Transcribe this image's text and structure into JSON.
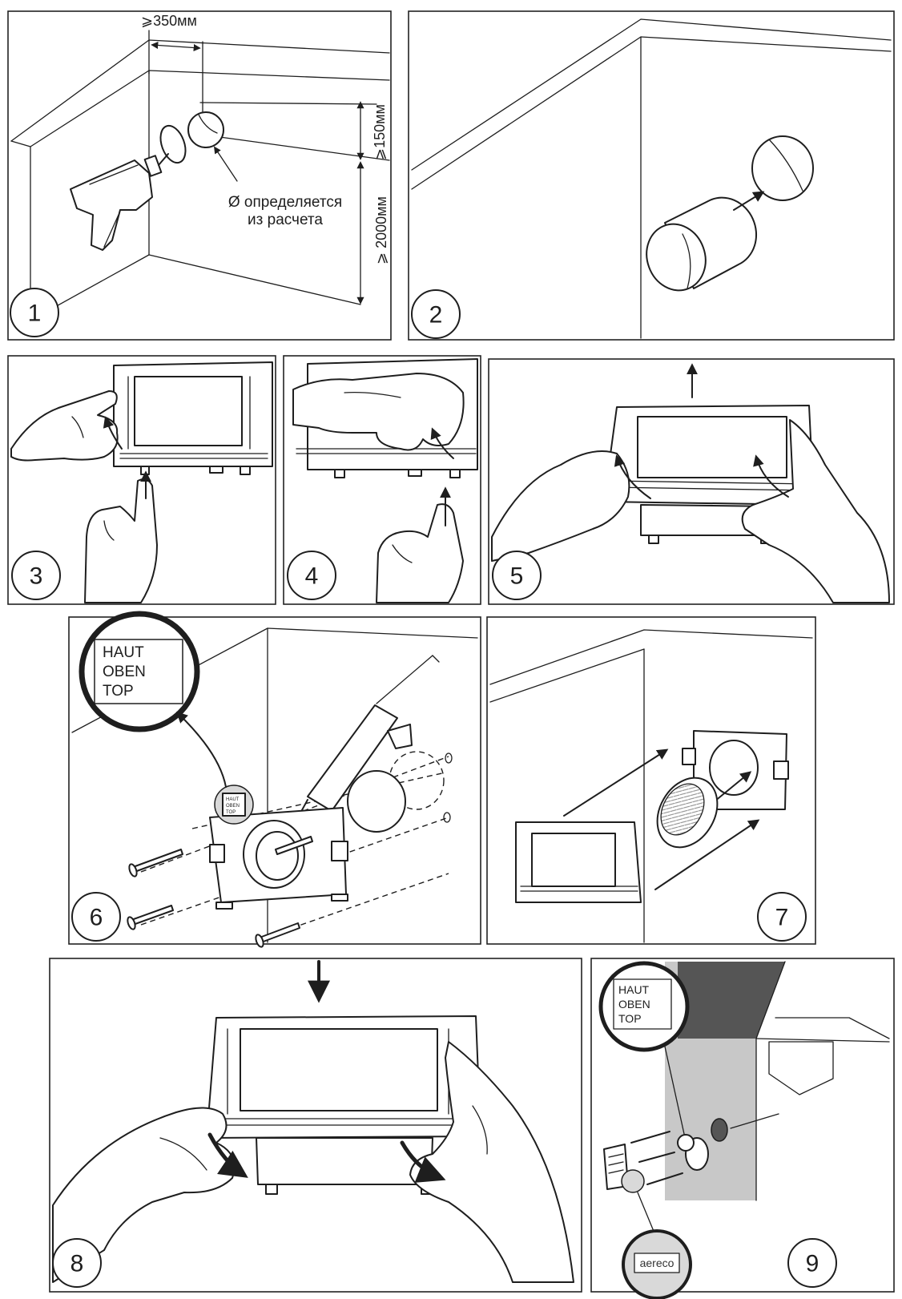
{
  "steps": [
    {
      "number": "1"
    },
    {
      "number": "2"
    },
    {
      "number": "3"
    },
    {
      "number": "4"
    },
    {
      "number": "5"
    },
    {
      "number": "6"
    },
    {
      "number": "7"
    },
    {
      "number": "8"
    },
    {
      "number": "9"
    }
  ],
  "step1": {
    "dim_horizontal": "⩾350мм",
    "dim_top": "⩾150мм",
    "dim_floor": "⩾ 2000мм",
    "note_line1": "Ø определяется",
    "note_line2": "из расчета"
  },
  "orientation_label": {
    "line1": "HAUT",
    "line2": "OBEN",
    "line3": "TOP"
  },
  "logo_text": "aereco",
  "colors": {
    "line": "#1e1e1e",
    "paper": "#ffffff",
    "shade": "#d9d9d9"
  }
}
